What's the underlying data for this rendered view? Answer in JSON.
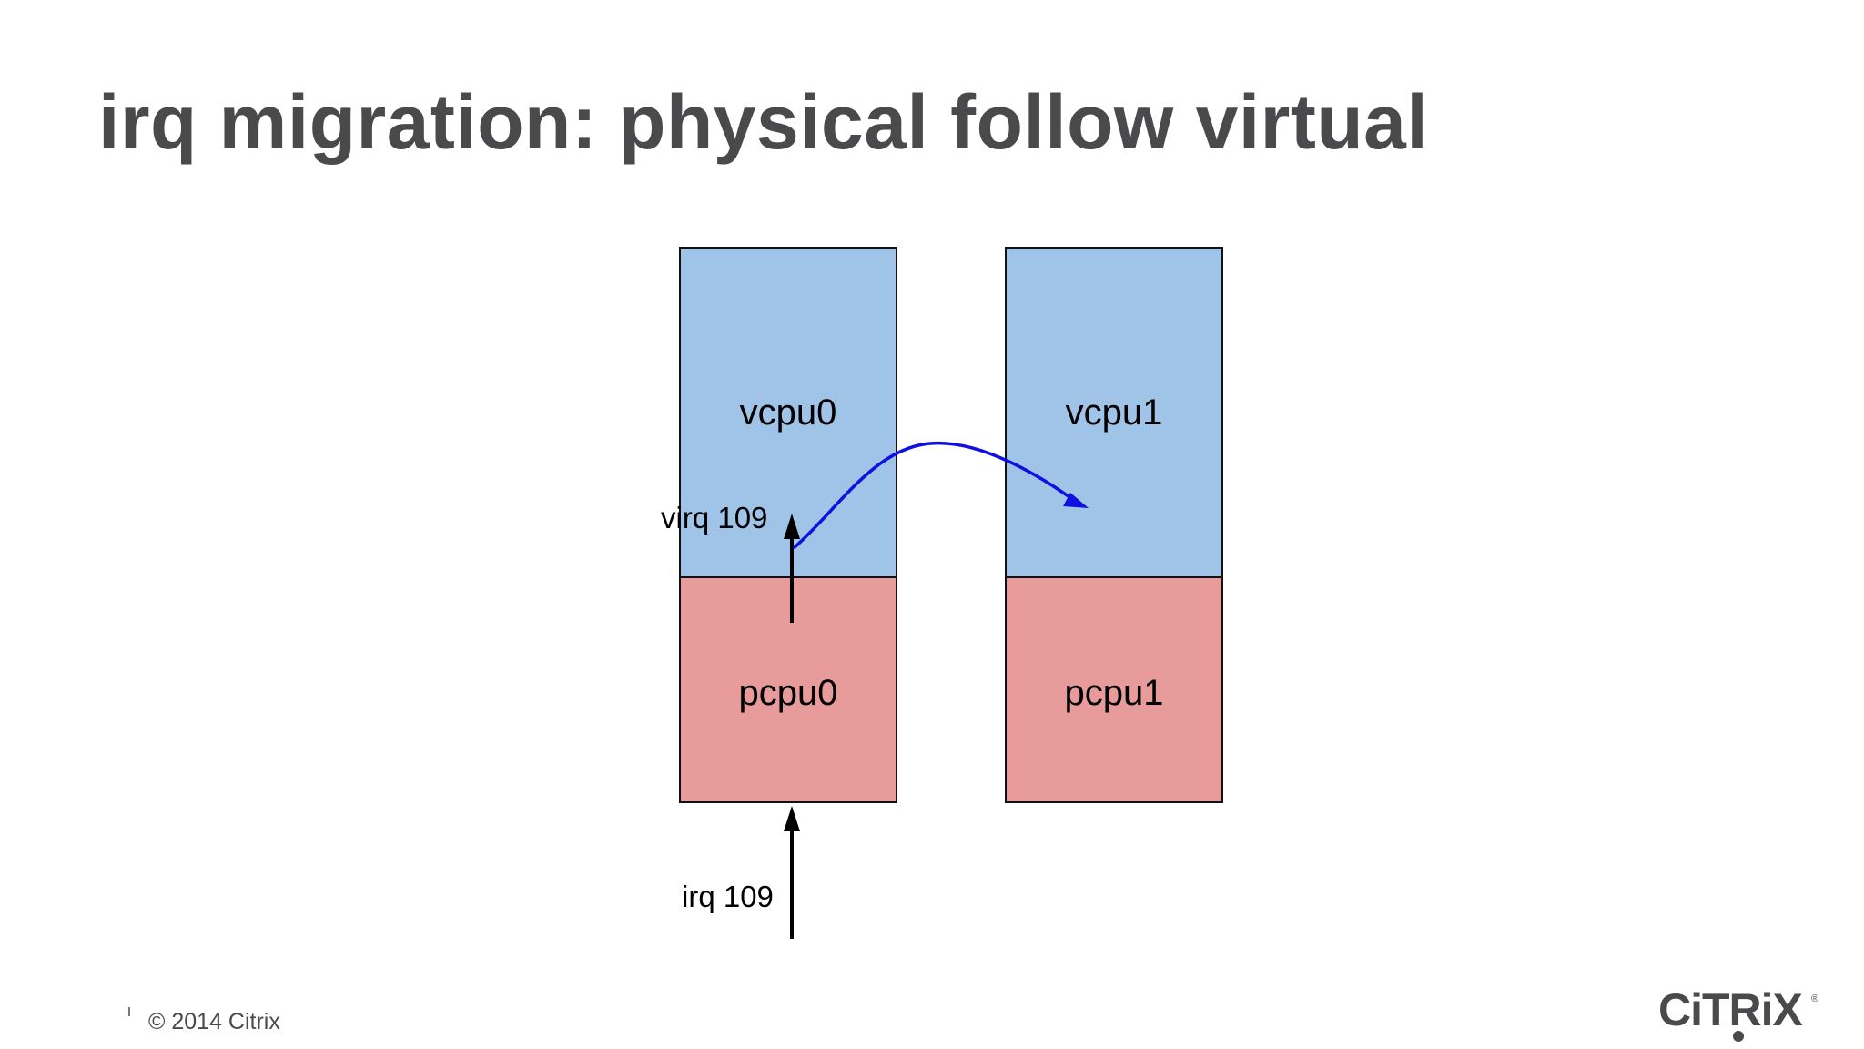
{
  "slide": {
    "title": "irq migration: physical follow virtual"
  },
  "diagram": {
    "vcpu0_label": "vcpu0",
    "vcpu1_label": "vcpu1",
    "pcpu0_label": "pcpu0",
    "pcpu1_label": "pcpu1",
    "virq_label": "virq 109",
    "irq_label": "irq 109",
    "colors": {
      "vcpu_fill": "#a0c4e8",
      "pcpu_fill": "#e89b9b",
      "migration_arrow": "#1010e0",
      "arrow": "#000000"
    }
  },
  "footer": {
    "copyright": "© 2014 Citrix",
    "logo_text": "CiTRiX",
    "logo_mark": "®"
  }
}
